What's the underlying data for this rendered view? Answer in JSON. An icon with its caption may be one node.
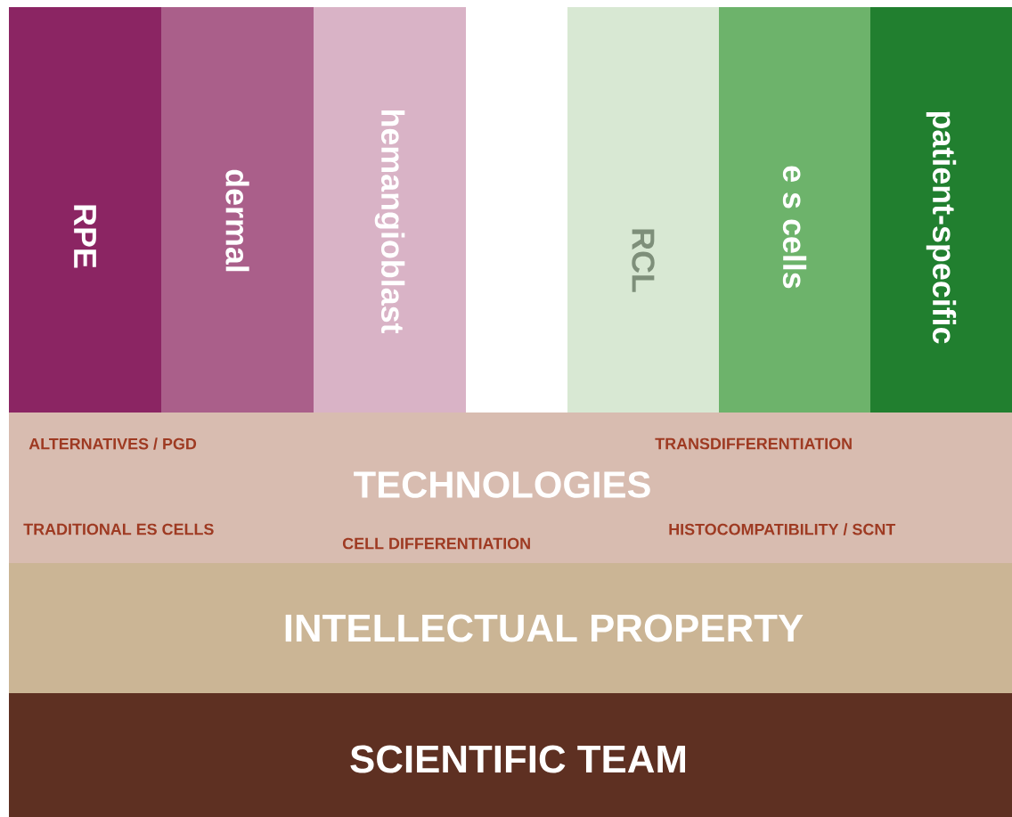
{
  "diagram": {
    "nodes": [
      {
        "text": [
          "RPE"
        ]
      },
      {
        "text": [
          "dermal"
        ]
      },
      {
        "text": [
          "hemangioblast"
        ]
      },
      {
        "text": [
          "RCL"
        ]
      },
      {
        "text": [
          "e s cells"
        ]
      },
      {
        "text": [
          "patient-specific"
        ]
      },
      {
        "text": [
          "ALTERNATIVES / PGD",
          "TRANSDIFFERENTIATION",
          "TECHNOLOGIES",
          "TRADITIONAL ES CELLS",
          "HISTOCOMPATIBILITY / SCNT",
          "CELL DIFFERENTIATION"
        ]
      },
      {
        "text": [
          "INTELLECTUAL PROPERTY"
        ]
      },
      {
        "text": [
          "SCIENTIFIC TEAM"
        ]
      }
    ]
  }
}
